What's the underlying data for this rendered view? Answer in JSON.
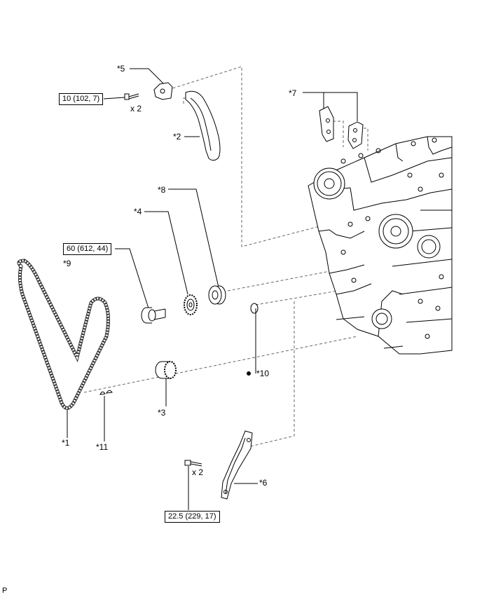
{
  "labels": {
    "p1": "*1",
    "p2": "*2",
    "p3": "*3",
    "p4": "*4",
    "p5": "*5",
    "p6": "*6",
    "p7": "*7",
    "p8": "*8",
    "p9": "*9",
    "p10": "*10",
    "p11": "*11"
  },
  "torque": {
    "t1": "10 (102, 7)",
    "t2": "60 (612, 44)",
    "t3": "22.5 (229, 17)"
  },
  "qty": {
    "q1": "x 2",
    "q2": "x 2"
  },
  "footer": {
    "code": "P"
  },
  "colors": {
    "line": "#000000",
    "dash": "#555555",
    "fill": "#ffffff"
  }
}
